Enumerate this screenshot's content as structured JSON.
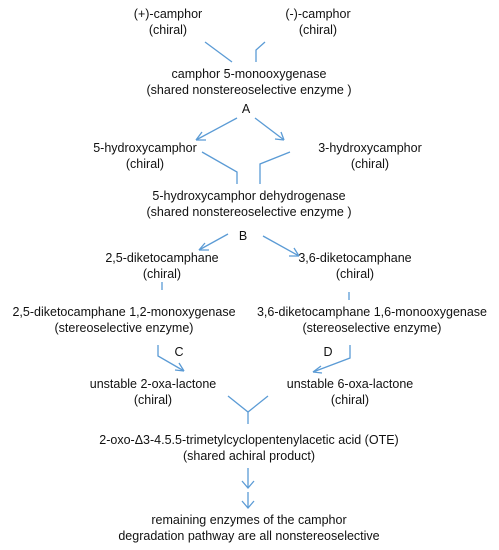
{
  "nodes": {
    "plus_camphor": {
      "line1": "(+)-camphor",
      "line2": "(chiral)"
    },
    "minus_camphor": {
      "line1": "(-)-camphor",
      "line2": "(chiral)"
    },
    "enzyme_a": {
      "line1": "camphor 5-monooxygenase",
      "line2": "(shared  nonstereoselective enzyme )"
    },
    "hydroxy5": {
      "line1": "5-hydroxycamphor",
      "line2": "(chiral)"
    },
    "hydroxy3": {
      "line1": "3-hydroxycamphor",
      "line2": "(chiral)"
    },
    "enzyme_b": {
      "line1": "5-hydroxycamphor dehydrogenase",
      "line2": "(shared  nonstereoselective  enzyme )"
    },
    "diketo25": {
      "line1": "2,5-diketocamphane",
      "line2": "(chiral)"
    },
    "diketo36": {
      "line1": "3,6-diketocamphane",
      "line2": "(chiral)"
    },
    "enzyme_c": {
      "line1": "2,5-diketocamphane 1,2-monoxygenase",
      "line2": "(stereoselective enzyme)"
    },
    "enzyme_d": {
      "line1": "3,6-diketocamphane 1,6-monooxygenase",
      "line2": "(stereoselective enzyme)"
    },
    "lactone2": {
      "line1": "unstable 2-oxa-lactone",
      "line2": "(chiral)"
    },
    "lactone6": {
      "line1": "unstable 6-oxa-lactone",
      "line2": "(chiral)"
    },
    "ote": {
      "line1": "2-oxo-Δ3-4.5.5-trimetylcyclopentenylacetic acid (OTE)",
      "line2": "(shared achiral product)"
    },
    "remaining": {
      "line1": "remaining enzymes of the camphor",
      "line2": "degradation  pathway are all nonstereoselective"
    }
  },
  "steps": {
    "a": "A",
    "b": "B",
    "c": "C",
    "d": "D"
  },
  "colors": {
    "arrow": "#5b9bd5",
    "text": "#111111"
  }
}
